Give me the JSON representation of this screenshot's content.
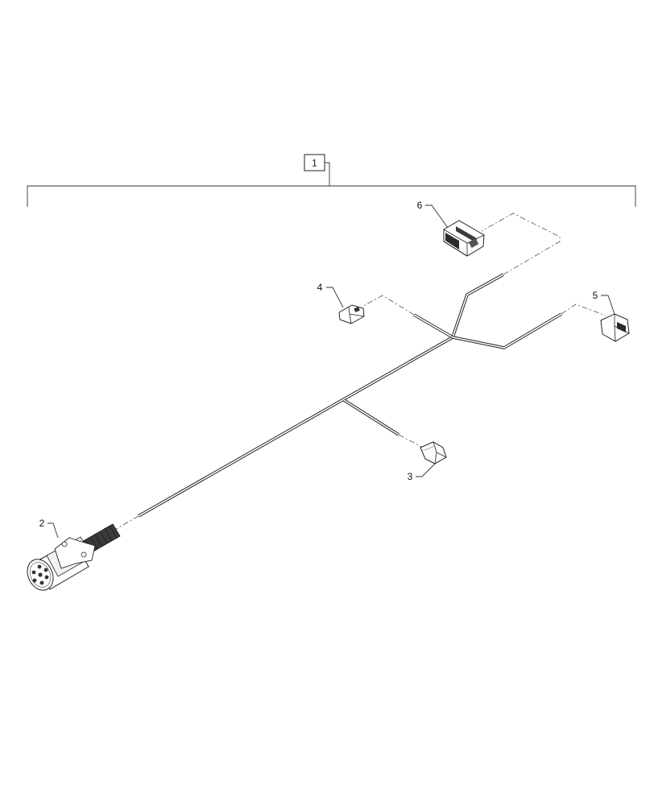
{
  "callouts": {
    "assembly": "1",
    "plug_7pin": "2",
    "connector_a": "3",
    "connector_b": "4",
    "connector_c": "5",
    "connector_d": "6"
  }
}
